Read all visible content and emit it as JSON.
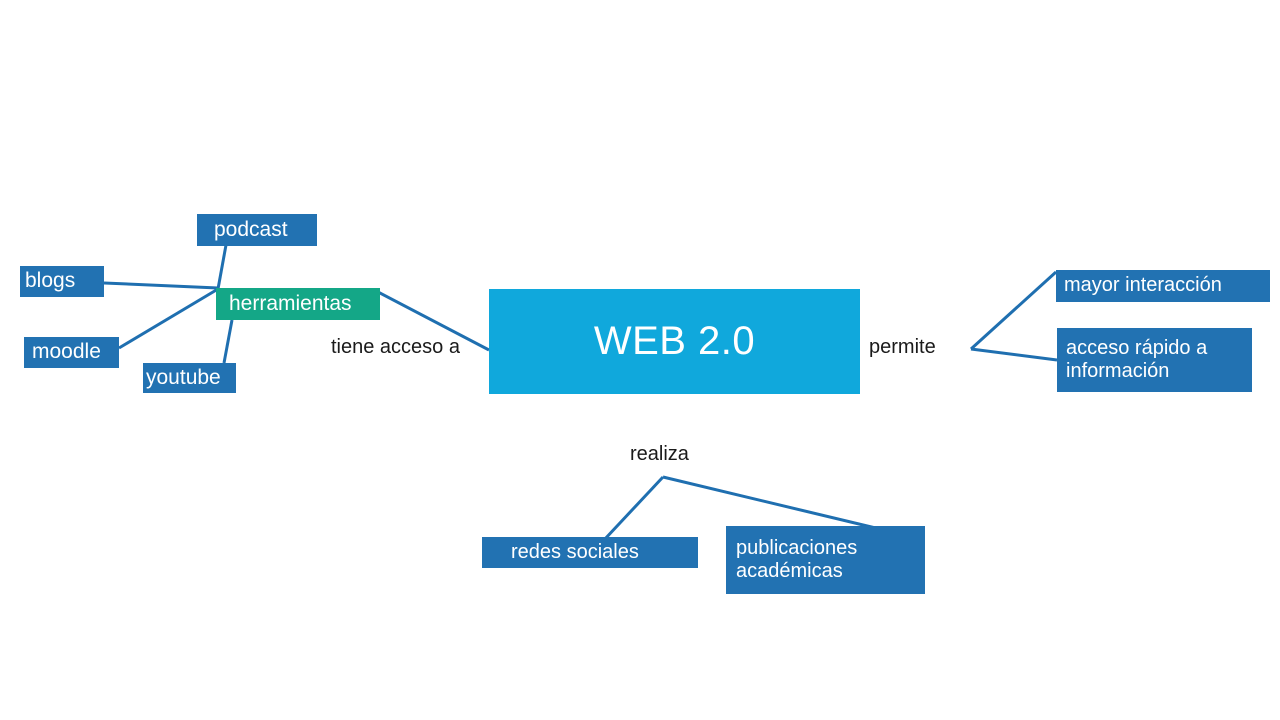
{
  "diagram": {
    "title": "WEB 2.0",
    "background_color": "#ffffff",
    "colors": {
      "blue_node": "#2272B2",
      "teal_node": "#14A787",
      "cyan_center": "#10A8DC",
      "edge": "#1F6FB0",
      "node_text": "#ffffff",
      "label_text": "#1a1a1a"
    },
    "center": {
      "label": "WEB 2.0"
    },
    "connector_labels": {
      "tiene_acceso_a": "tiene acceso a",
      "permite": "permite",
      "realiza": "realiza"
    },
    "hub": {
      "label": "herramientas"
    },
    "tools": [
      {
        "label": "podcast"
      },
      {
        "label": "blogs"
      },
      {
        "label": "moodle"
      },
      {
        "label": "youtube"
      }
    ],
    "permite_items": [
      {
        "label": "mayor interacción"
      },
      {
        "label": "acceso rápido a\ninformación"
      }
    ],
    "realiza_items": [
      {
        "label": "redes sociales"
      },
      {
        "label": "publicaciones\nacadémicas"
      }
    ]
  }
}
